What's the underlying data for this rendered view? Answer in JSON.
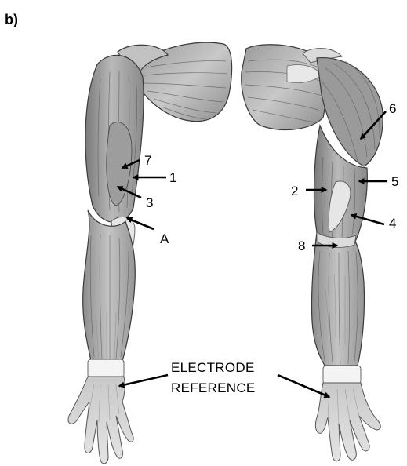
{
  "panel_label": "b)",
  "labels": {
    "l7": "7",
    "l1": "1",
    "l3": "3",
    "lA": "A",
    "l6": "6",
    "l2": "2",
    "l5": "5",
    "l4": "4",
    "l8": "8"
  },
  "electrode_reference": {
    "line1": "ELECTRODE",
    "line2": "REFERENCE"
  },
  "colors": {
    "muscle_dark": "#6f6f6f",
    "muscle_mid": "#a9a9a9",
    "muscle_light": "#d2d2d2",
    "arrow": "#000000"
  }
}
